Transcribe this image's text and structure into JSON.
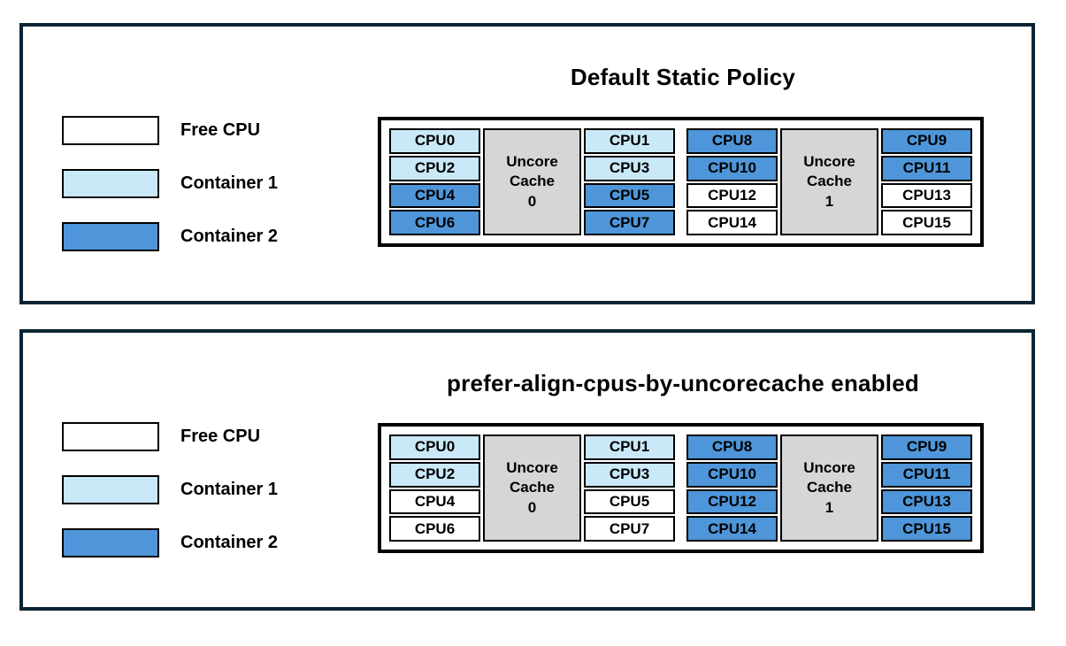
{
  "colors": {
    "free_cpu": "#FFFFFF",
    "container1": "#C9E8F8",
    "container2": "#4E96D9",
    "uncore_cache_fill": "#D6D6D6",
    "panel_border": "#0A2433",
    "cell_border": "#000000",
    "text": "#000000"
  },
  "panels": [
    {
      "title": "Default Static Policy",
      "legend": [
        {
          "label": "Free CPU",
          "state": "free"
        },
        {
          "label": "Container 1",
          "state": "container1"
        },
        {
          "label": "Container 2",
          "state": "container2"
        }
      ],
      "groups": [
        {
          "cache": {
            "line1": "Uncore",
            "line2": "Cache",
            "line3": "0"
          },
          "left": [
            {
              "label": "CPU0",
              "state": "container1"
            },
            {
              "label": "CPU2",
              "state": "container1"
            },
            {
              "label": "CPU4",
              "state": "container2"
            },
            {
              "label": "CPU6",
              "state": "container2"
            }
          ],
          "right": [
            {
              "label": "CPU1",
              "state": "container1"
            },
            {
              "label": "CPU3",
              "state": "container1"
            },
            {
              "label": "CPU5",
              "state": "container2"
            },
            {
              "label": "CPU7",
              "state": "container2"
            }
          ]
        },
        {
          "cache": {
            "line1": "Uncore",
            "line2": "Cache",
            "line3": "1"
          },
          "left": [
            {
              "label": "CPU8",
              "state": "container2"
            },
            {
              "label": "CPU10",
              "state": "container2"
            },
            {
              "label": "CPU12",
              "state": "free"
            },
            {
              "label": "CPU14",
              "state": "free"
            }
          ],
          "right": [
            {
              "label": "CPU9",
              "state": "container2"
            },
            {
              "label": "CPU11",
              "state": "container2"
            },
            {
              "label": "CPU13",
              "state": "free"
            },
            {
              "label": "CPU15",
              "state": "free"
            }
          ]
        }
      ]
    },
    {
      "title": "prefer-align-cpus-by-uncorecache enabled",
      "legend": [
        {
          "label": "Free CPU",
          "state": "free"
        },
        {
          "label": "Container 1",
          "state": "container1"
        },
        {
          "label": "Container 2",
          "state": "container2"
        }
      ],
      "groups": [
        {
          "cache": {
            "line1": "Uncore",
            "line2": "Cache",
            "line3": "0"
          },
          "left": [
            {
              "label": "CPU0",
              "state": "container1"
            },
            {
              "label": "CPU2",
              "state": "container1"
            },
            {
              "label": "CPU4",
              "state": "free"
            },
            {
              "label": "CPU6",
              "state": "free"
            }
          ],
          "right": [
            {
              "label": "CPU1",
              "state": "container1"
            },
            {
              "label": "CPU3",
              "state": "container1"
            },
            {
              "label": "CPU5",
              "state": "free"
            },
            {
              "label": "CPU7",
              "state": "free"
            }
          ]
        },
        {
          "cache": {
            "line1": "Uncore",
            "line2": "Cache",
            "line3": "1"
          },
          "left": [
            {
              "label": "CPU8",
              "state": "container2"
            },
            {
              "label": "CPU10",
              "state": "container2"
            },
            {
              "label": "CPU12",
              "state": "container2"
            },
            {
              "label": "CPU14",
              "state": "container2"
            }
          ],
          "right": [
            {
              "label": "CPU9",
              "state": "container2"
            },
            {
              "label": "CPU11",
              "state": "container2"
            },
            {
              "label": "CPU13",
              "state": "container2"
            },
            {
              "label": "CPU15",
              "state": "container2"
            }
          ]
        }
      ]
    }
  ]
}
